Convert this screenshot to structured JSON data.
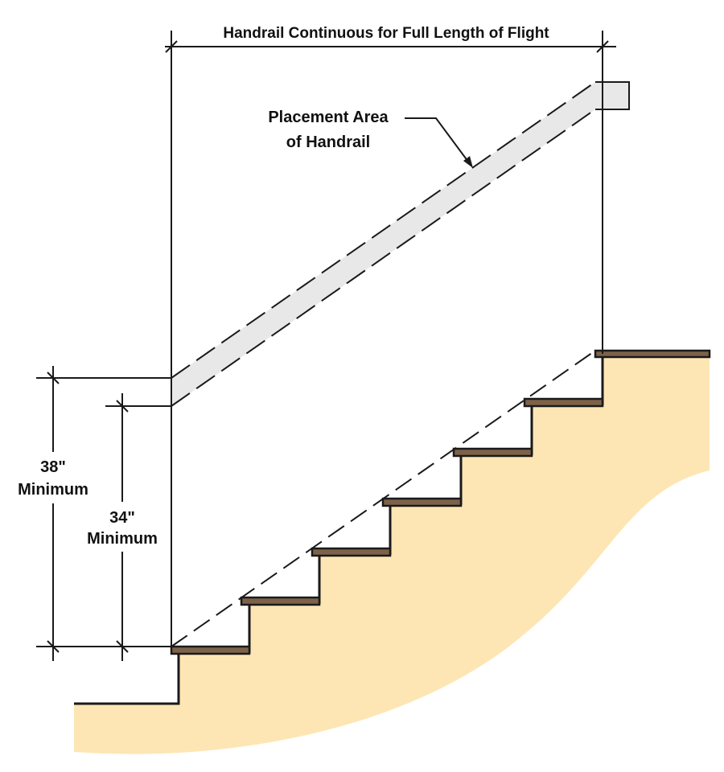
{
  "title": "Handrail Continuous for Full Length of Flight",
  "placement_label": {
    "line1": "Placement Area",
    "line2": "of Handrail"
  },
  "dim_38": {
    "value": "38\"",
    "label": "Minimum"
  },
  "dim_34": {
    "value": "34\"",
    "label": "Minimum"
  },
  "colors": {
    "ground": "#fde6b4",
    "tread": "#7d6249",
    "rail_area": "#e8e8e8",
    "line": "#1a1a1a"
  }
}
